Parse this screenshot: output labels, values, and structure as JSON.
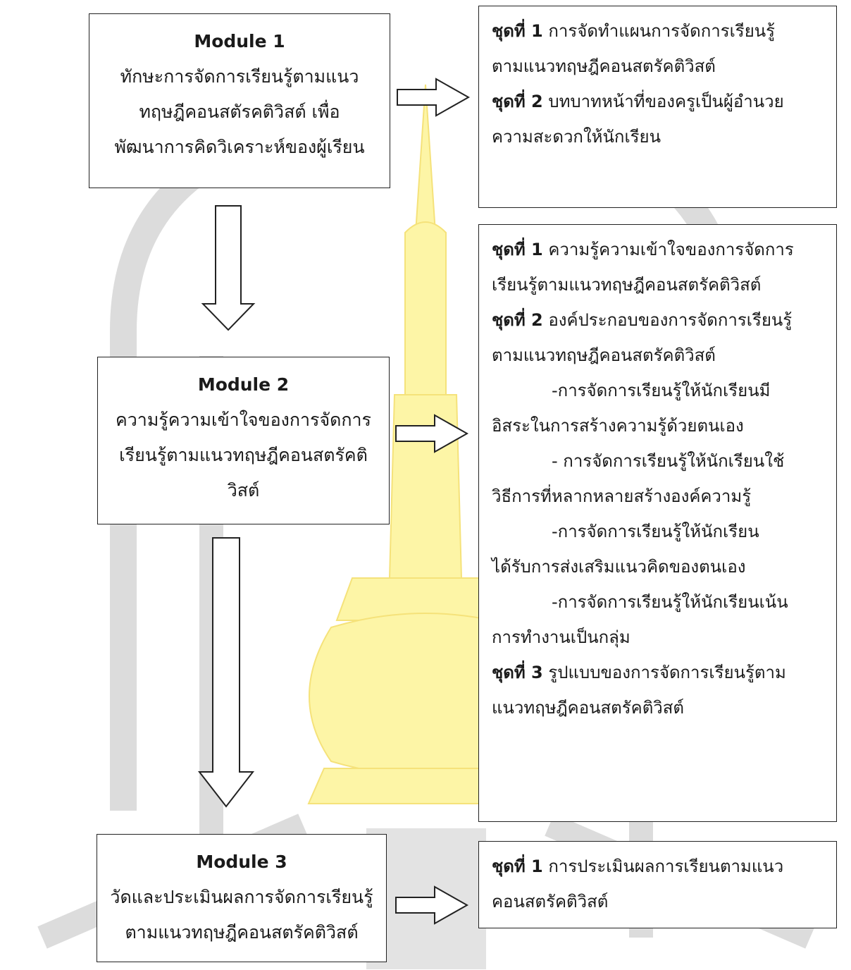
{
  "modules": [
    {
      "title": "Module 1",
      "lines": [
        "ทักษะการจัดการเรียนรู้ตามแนว",
        "ทฤษฎีคอนสตัรคติวิสต์ เพื่อ",
        "พัฒนาการคิดวิเคราะห์ของผู้เรียน"
      ]
    },
    {
      "title": "Module 2",
      "lines": [
        "ความรู้ความเข้าใจของการจัดการ",
        "เรียนรู้ตามแนวทฤษฎีคอนสตรัคติ",
        "วิสต์"
      ]
    },
    {
      "title": "Module 3",
      "lines": [
        "วัดและประเมินผลการจัดการเรียนรู้",
        "ตามแนวทฤษฎีคอนสตรัคติวิสต์"
      ]
    }
  ],
  "sets": [
    {
      "lines": [
        {
          "prefix": "ชุดที่ 1",
          "text": " การจัดทำแผนการจัดการเรียนรู้"
        },
        {
          "text": "ตามแนวทฤษฎีคอนสตรัคติวิสต์"
        },
        {
          "prefix": "ชุดที่ 2",
          "text": " บทบาทหน้าที่ของครูเป็นผู้อำนวย"
        },
        {
          "text": "ความสะดวกให้นักเรียน"
        }
      ]
    },
    {
      "lines": [
        {
          "prefix": "ชุดที่ 1",
          "text": " ความรู้ความเข้าใจของการจัดการ"
        },
        {
          "text": "เรียนรู้ตามแนวทฤษฎีคอนสตรัคติวิสต์"
        },
        {
          "prefix": "ชุดที่ 2",
          "text": " องค์ประกอบของการจัดการเรียนรู้"
        },
        {
          "text": "ตามแนวทฤษฎีคอนสตรัคติวิสต์"
        },
        {
          "text": "-การจัดการเรียนรู้ให้นักเรียนมี",
          "indent": true
        },
        {
          "text": "อิสระในการสร้างความรู้ด้วยตนเอง"
        },
        {
          "text": "- การจัดการเรียนรู้ให้นักเรียนใช้",
          "indent": true
        },
        {
          "text": "วิธีการที่หลากหลายสร้างองค์ความรู้"
        },
        {
          "text": "-การจัดการเรียนรู้ให้นักเรียน",
          "indent": true
        },
        {
          "text": "ได้รับการส่งเสริมแนวคิดของตนเอง"
        },
        {
          "text": "-การจัดการเรียนรู้ให้นักเรียนเน้น",
          "indent": true
        },
        {
          "text": "การทำงานเป็นกลุ่ม"
        },
        {
          "prefix": "ชุดที่ 3",
          "text": " รูปแบบของการจัดการเรียนรู้ตาม"
        },
        {
          "text": "แนวทฤษฎีคอนสตรัคติวิสต์"
        }
      ]
    },
    {
      "lines": [
        {
          "prefix": "ชุดที่ 1",
          "text": " การประเมินผลการเรียนตามแนว"
        },
        {
          "text": "คอนสตรัคติวิสต์"
        }
      ]
    }
  ],
  "colors": {
    "border": "#222222",
    "watermark_gray": "#d9d9d9",
    "watermark_yellow": "#fdf4a2"
  }
}
